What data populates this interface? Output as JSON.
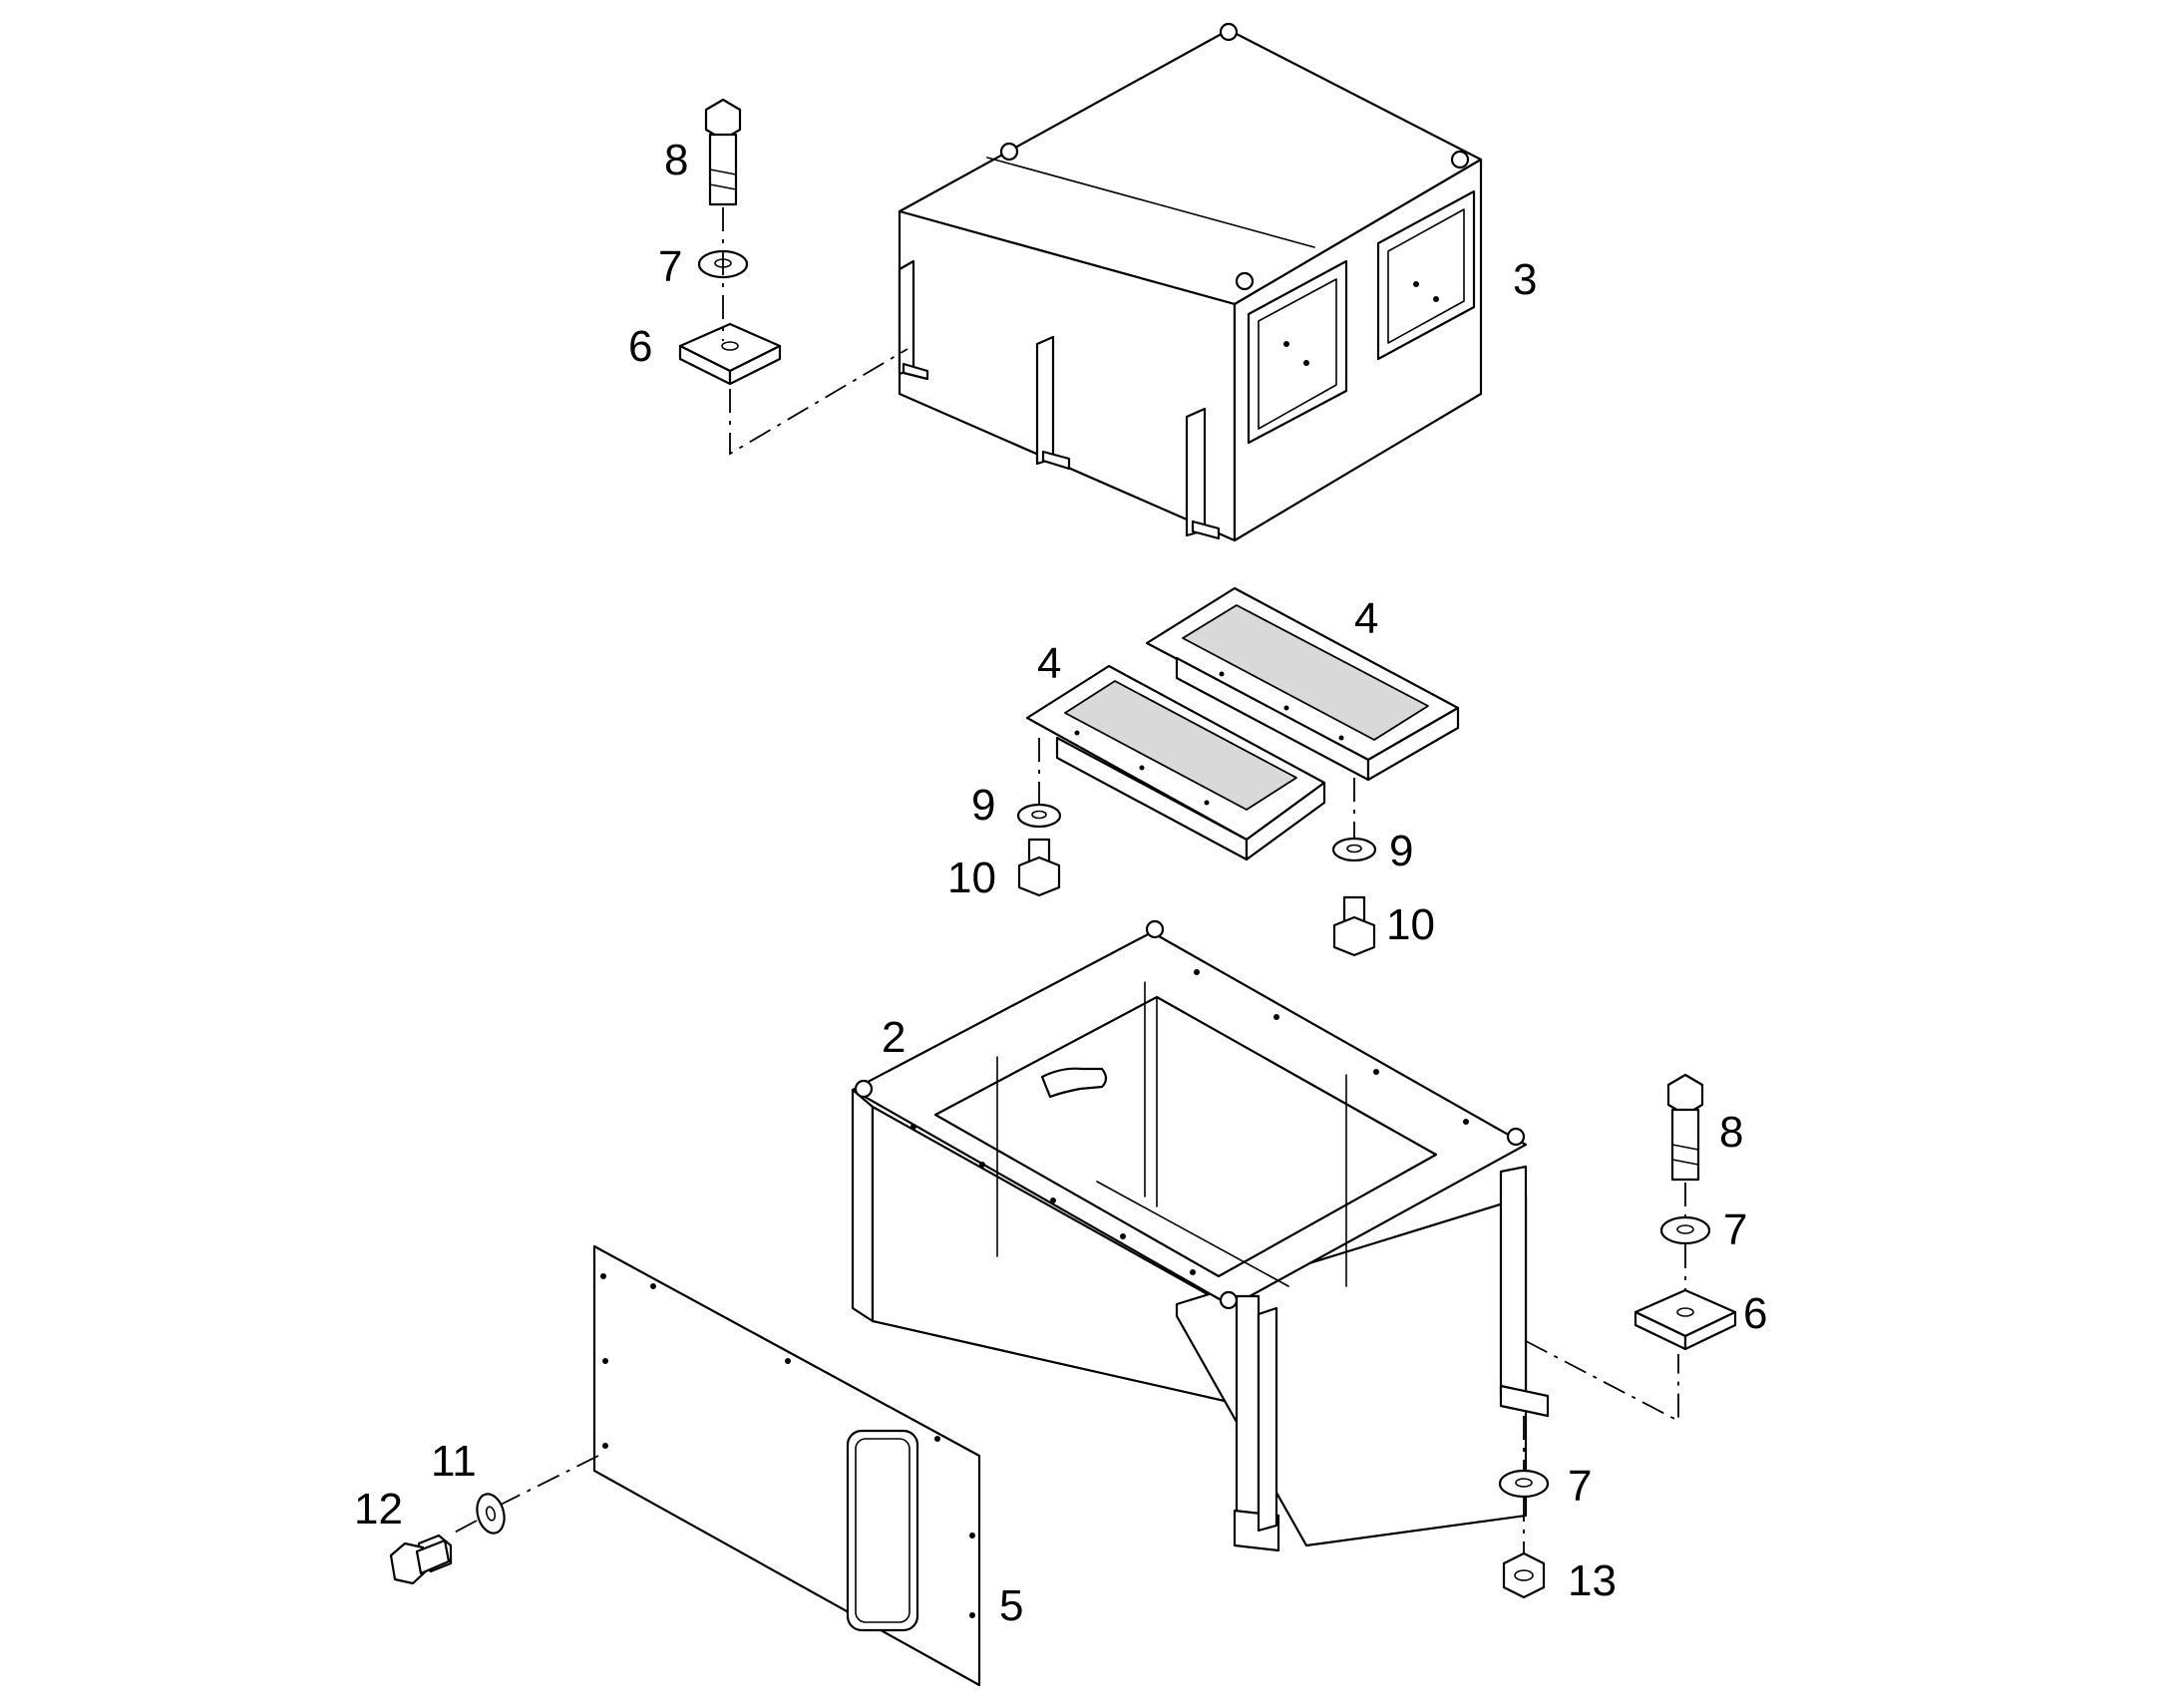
{
  "callouts": {
    "c2": "2",
    "c3": "3",
    "c4a": "4",
    "c4b": "4",
    "c5": "5",
    "c6a": "6",
    "c6b": "6",
    "c7a": "7",
    "c7b": "7",
    "c7c": "7",
    "c8a": "8",
    "c8b": "8",
    "c9a": "9",
    "c9b": "9",
    "c10a": "10",
    "c10b": "10",
    "c11": "11",
    "c12": "12",
    "c13": "13"
  },
  "colors": {
    "line": "#000000",
    "background": "#ffffff",
    "shade": "#d9d9d9"
  }
}
